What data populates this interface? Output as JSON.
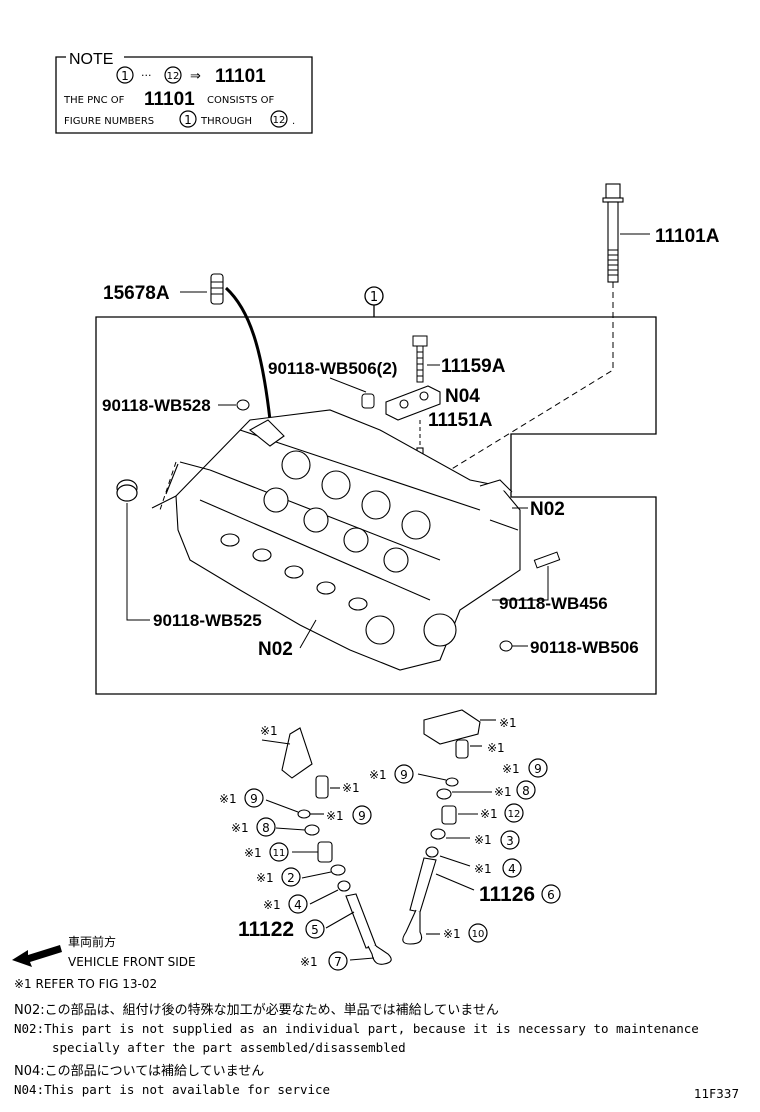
{
  "note": {
    "title": "NOTE",
    "line1_from": "1",
    "line1_dots": "···",
    "line1_to": "12",
    "line1_arrow": "⇒",
    "line1_pnc": "11101",
    "line2_a": "THE PNC OF",
    "line2_pnc": "11101",
    "line2_b": "CONSISTS OF",
    "line3_a": "FIGURE NUMBERS",
    "line3_from": "1",
    "line3_b": "THROUGH",
    "line3_to": "12",
    "line3_end": "."
  },
  "parts": {
    "p11101A": "11101A",
    "p15678A": "15678A",
    "fig1": "1",
    "p90118WB506_2": "90118-WB506(2)",
    "p11159A": "11159A",
    "p90118WB528": "90118-WB528",
    "n04": "N04",
    "p11151A": "11151A",
    "n02_right": "N02",
    "p90118WB456": "90118-WB456",
    "p90118WB525": "90118-WB525",
    "n02_left": "N02",
    "p90118WB506": "90118-WB506"
  },
  "valve": {
    "ref": "※1",
    "r9": "9",
    "r8": "8",
    "r12": "12",
    "r3": "3",
    "r4": "4",
    "p11126": "11126",
    "c6": "6",
    "r10": "10",
    "l9": "9",
    "l9b": "9",
    "l8": "8",
    "l11": "11",
    "l2": "2",
    "l4": "4",
    "p11122": "11122",
    "c5": "5",
    "l7": "7"
  },
  "footer": {
    "front_jp": "車両前方",
    "front_en": "VEHICLE FRONT SIDE",
    "ref_note": "※1  REFER TO FIG 13-02",
    "n02_jp": "N02:この部品は、組付け後の特殊な加工が必要なため、単品では補給していません",
    "n02_en1": "N02:This part is not supplied as an individual part,  because it is necessary to maintenance",
    "n02_en2": "specially after the part assembled/disassembled",
    "n04_jp": "N04:この部品については補給していません",
    "n04_en": "N04:This part is not available for service",
    "code": "11F337"
  }
}
